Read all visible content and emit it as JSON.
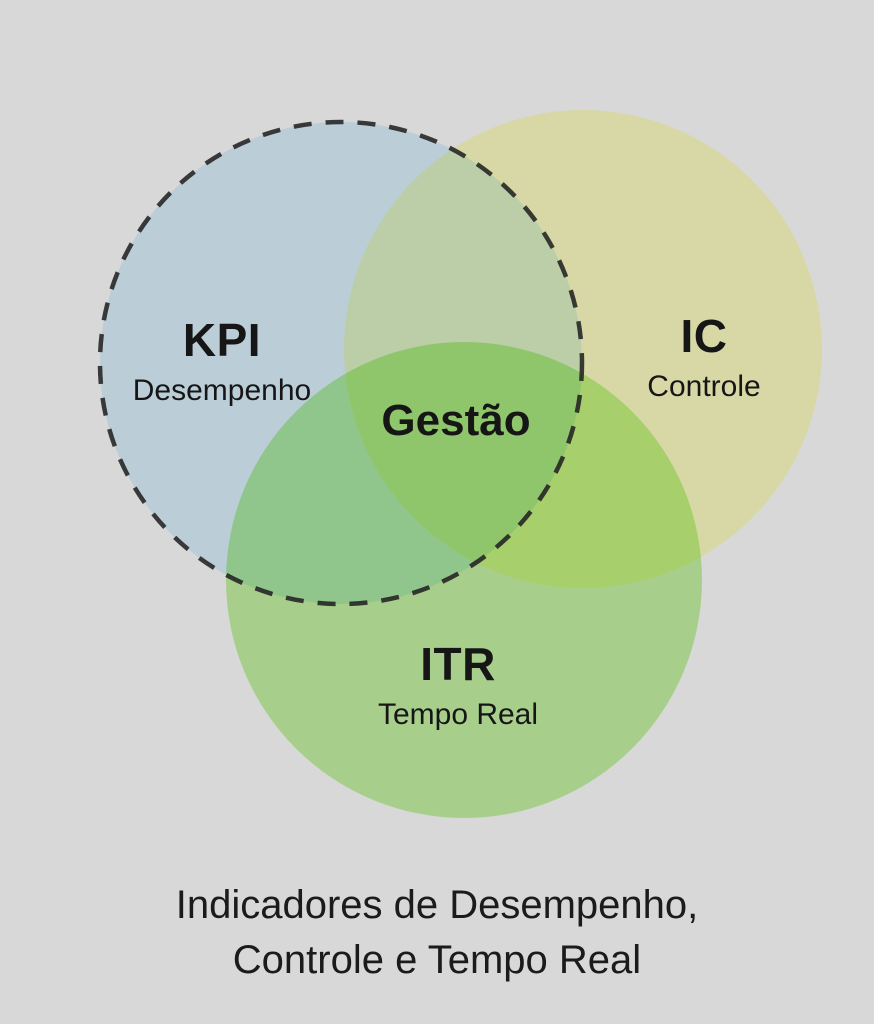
{
  "background": "#d8d8d8",
  "diagram": {
    "type": "venn",
    "center_label": "Gestão",
    "circles": [
      {
        "id": "kpi",
        "label": "KPI",
        "sublabel": "Desempenho",
        "fill": "#bcd0e4",
        "border_style": "dashed",
        "border_color": "#222222"
      },
      {
        "id": "ic",
        "label": "IC",
        "sublabel": "Controle",
        "fill": "#eadfa8",
        "border_style": "none"
      },
      {
        "id": "itr",
        "label": "ITR",
        "sublabel": "Tempo Real",
        "fill": "#a8d18c",
        "border_style": "none"
      }
    ],
    "caption": {
      "line1": "Indicadores de Desempenho,",
      "line2": "Controle e Tempo Real"
    }
  }
}
